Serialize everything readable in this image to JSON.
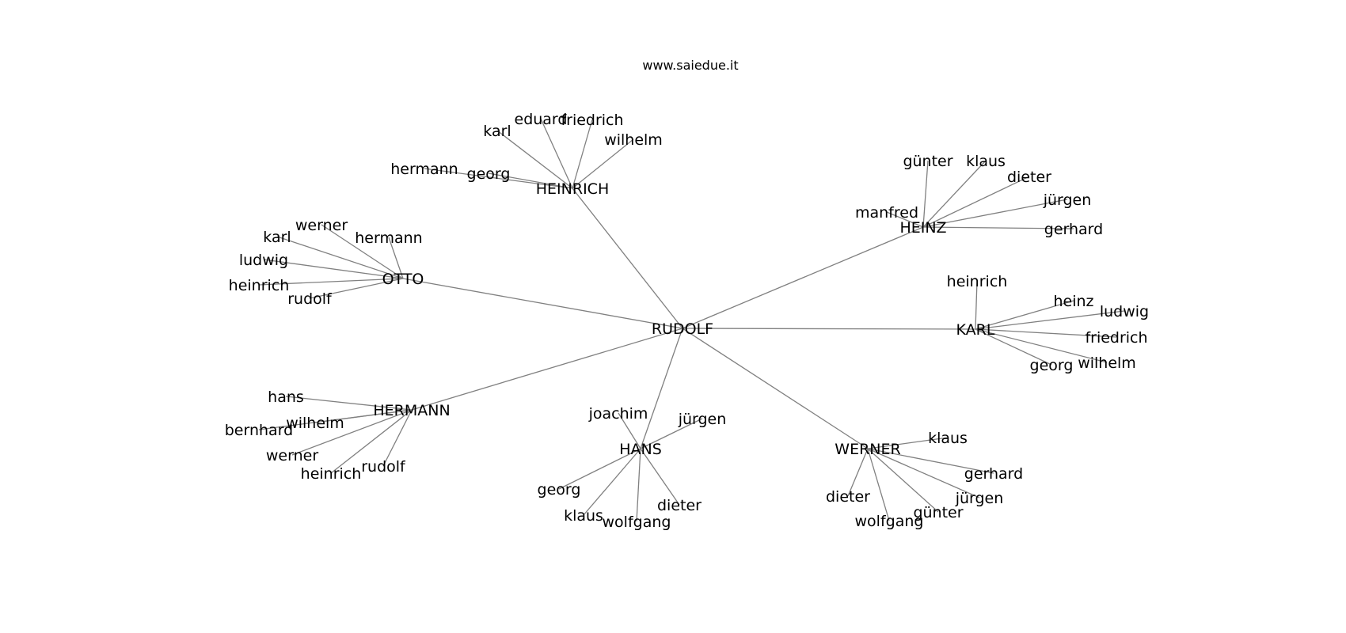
{
  "title": "www.saiedue.it",
  "root": "RUDOLF",
  "groups": [
    {
      "name": "HEINRICH",
      "children": [
        "karl",
        "eduard",
        "friedrich",
        "wilhelm",
        "georg",
        "hermann"
      ]
    },
    {
      "name": "OTTO",
      "children": [
        "werner",
        "hermann",
        "karl",
        "ludwig",
        "heinrich",
        "rudolf"
      ]
    },
    {
      "name": "HEINZ",
      "children": [
        "günter",
        "klaus",
        "dieter",
        "jürgen",
        "manfred",
        "gerhard"
      ]
    },
    {
      "name": "KARL",
      "children": [
        "heinrich",
        "heinz",
        "ludwig",
        "friedrich",
        "wilhelm",
        "georg"
      ]
    },
    {
      "name": "HERMANN",
      "children": [
        "hans",
        "wilhelm",
        "bernhard",
        "werner",
        "heinrich",
        "rudolf"
      ]
    },
    {
      "name": "HANS",
      "children": [
        "joachim",
        "jürgen",
        "georg",
        "dieter",
        "klaus",
        "wolfgang"
      ]
    },
    {
      "name": "WERNER",
      "children": [
        "klaus",
        "gerhard",
        "dieter",
        "jürgen",
        "günter",
        "wolfgang"
      ]
    }
  ]
}
